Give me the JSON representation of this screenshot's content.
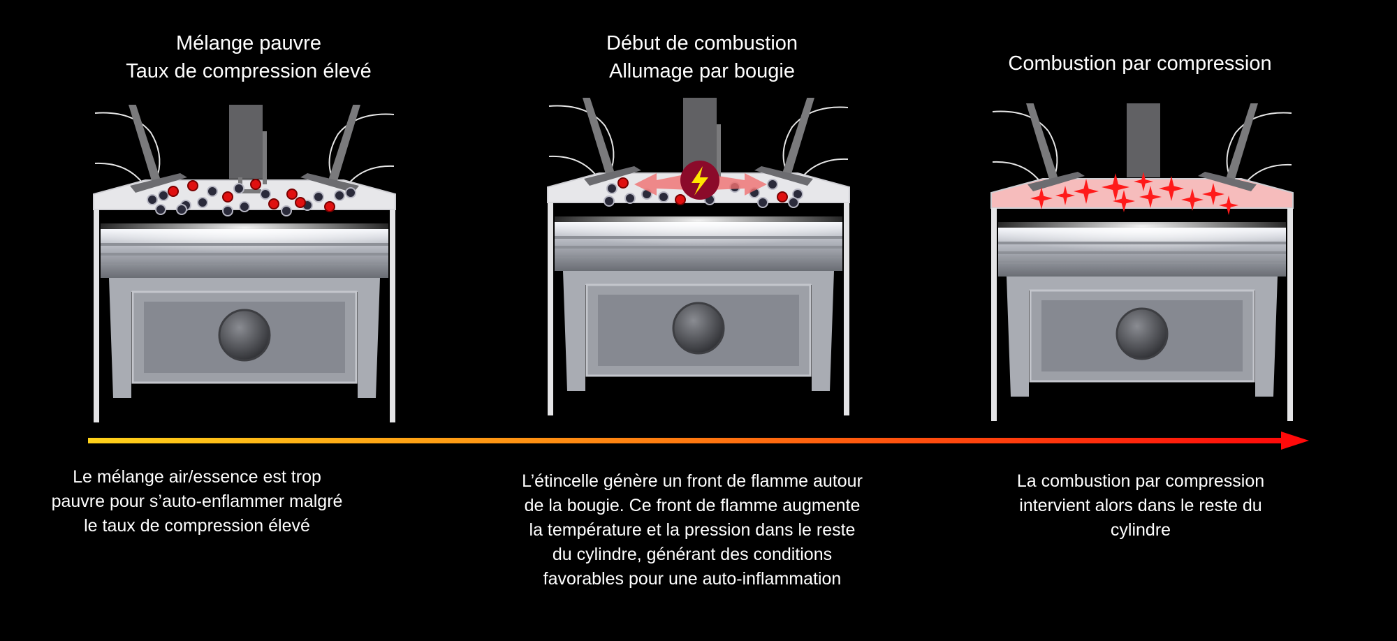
{
  "panels": [
    {
      "title_lines": [
        "Mélange pauvre",
        "Taux de compression élevé"
      ],
      "caption": "Le mélange air/essence est trop pauvre pour s’auto-enflammer malgré le taux de compression élevé",
      "state": "lean-mixture"
    },
    {
      "title_lines": [
        "Début de combustion",
        "Allumage par bougie"
      ],
      "caption": "L’étincelle génère un front de flamme autour de la bougie. Ce front de flamme augmente la température et la pression dans le reste du cylindre, générant des conditions favorables pour une auto-inflammation",
      "state": "spark-ignition"
    },
    {
      "title_lines": [
        "Combustion par compression"
      ],
      "caption": "La combustion par compression intervient alors dans le reste du cylindre",
      "state": "compression-ignition"
    }
  ],
  "colors": {
    "arrow_start": "#ffd21a",
    "arrow_mid": "#ff7a10",
    "arrow_end": "#ff0a0a",
    "particle_red": "#e01010",
    "particle_dark": "#2a2a3a",
    "flame_star": "#ff1a1a",
    "hot_gas": "#f6bcbc"
  },
  "icons": [
    "lightning-icon",
    "flame-star-icon"
  ]
}
